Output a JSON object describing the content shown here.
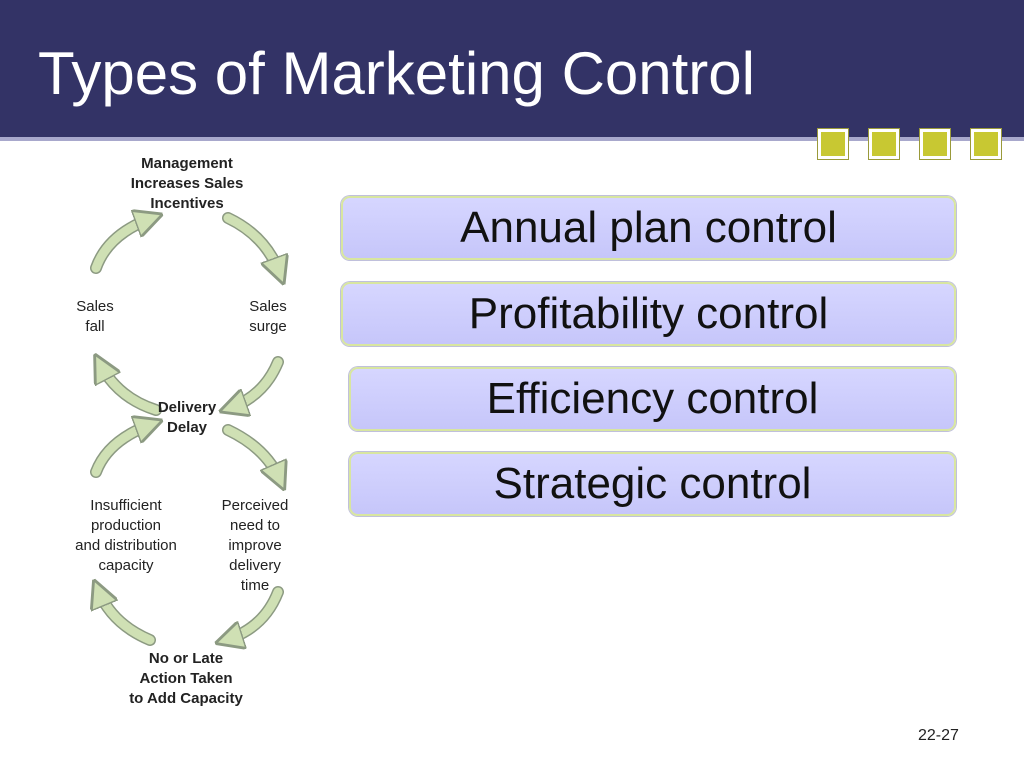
{
  "slide": {
    "title": "Types of Marketing Control",
    "slide_number": "22-27",
    "colors": {
      "header": "#333366",
      "accent_squares": "#c8c832",
      "box_fill": "#d0d0ff",
      "box_border": "#d8e6a0",
      "arrow_fill": "#cfe0b4"
    }
  },
  "cycle": {
    "nodes": [
      {
        "id": "top",
        "label": "Management\nIncreases Sales\nIncentives",
        "bold": true
      },
      {
        "id": "left",
        "label": "Sales\nfall",
        "bold": false
      },
      {
        "id": "right",
        "label": "Sales\nsurge",
        "bold": false
      },
      {
        "id": "center",
        "label": "Delivery\nDelay",
        "bold": true
      },
      {
        "id": "lower-left",
        "label": "Insufficient\nproduction\nand distribution\ncapacity",
        "bold": false
      },
      {
        "id": "lower-right",
        "label": "Perceived\nneed to\nimprove\ndelivery time",
        "bold": false
      },
      {
        "id": "bottom",
        "label": "No or Late\nAction Taken\nto Add Capacity",
        "bold": true
      }
    ]
  },
  "control_types": [
    "Annual plan control",
    "Profitability control",
    "Efficiency control",
    "Strategic control"
  ]
}
